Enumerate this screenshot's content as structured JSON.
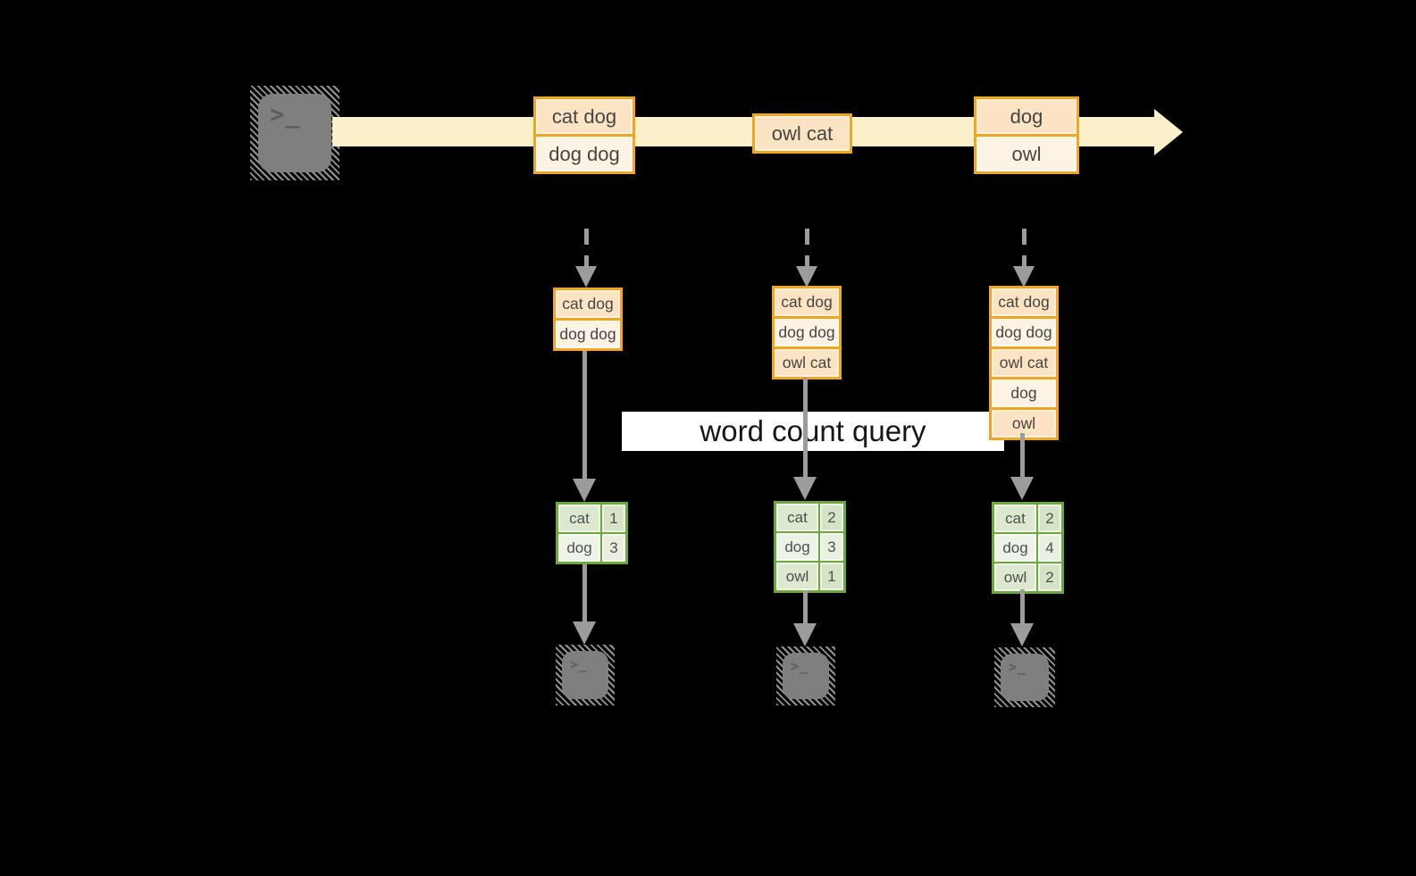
{
  "banner": {
    "label": "word count query"
  },
  "icons": {
    "terminal_prompt": ">_"
  },
  "stream": {
    "events": [
      {
        "messages": [
          "cat dog",
          "dog dog"
        ]
      },
      {
        "messages": [
          "owl cat"
        ]
      },
      {
        "messages": [
          "dog",
          "owl"
        ]
      }
    ]
  },
  "consumers": [
    {
      "log": [
        "cat dog",
        "dog dog"
      ],
      "counts": [
        {
          "word": "cat",
          "value": "1"
        },
        {
          "word": "dog",
          "value": "3"
        }
      ]
    },
    {
      "log": [
        "cat dog",
        "dog dog",
        "owl cat"
      ],
      "counts": [
        {
          "word": "cat",
          "value": "2"
        },
        {
          "word": "dog",
          "value": "3"
        },
        {
          "word": "owl",
          "value": "1"
        }
      ]
    },
    {
      "log": [
        "cat dog",
        "dog dog",
        "owl cat",
        "dog",
        "owl"
      ],
      "counts": [
        {
          "word": "cat",
          "value": "2"
        },
        {
          "word": "dog",
          "value": "4"
        },
        {
          "word": "owl",
          "value": "2"
        }
      ]
    }
  ],
  "colors": {
    "background": "#000000",
    "stream_fill": "#fbf0ca",
    "box_border": "#f0a71f",
    "box_fill_dark": "#fbe3c3",
    "box_fill_light": "#fdf3e5",
    "table_border": "#6fa73f",
    "table_cell_dark": "#dde8d0",
    "table_cell_light": "#eef3e8",
    "arrow_gray": "#9c9c9c",
    "terminal_gray": "#7f7f7f",
    "banner_bg": "#ffffff",
    "banner_text": "#161616"
  }
}
